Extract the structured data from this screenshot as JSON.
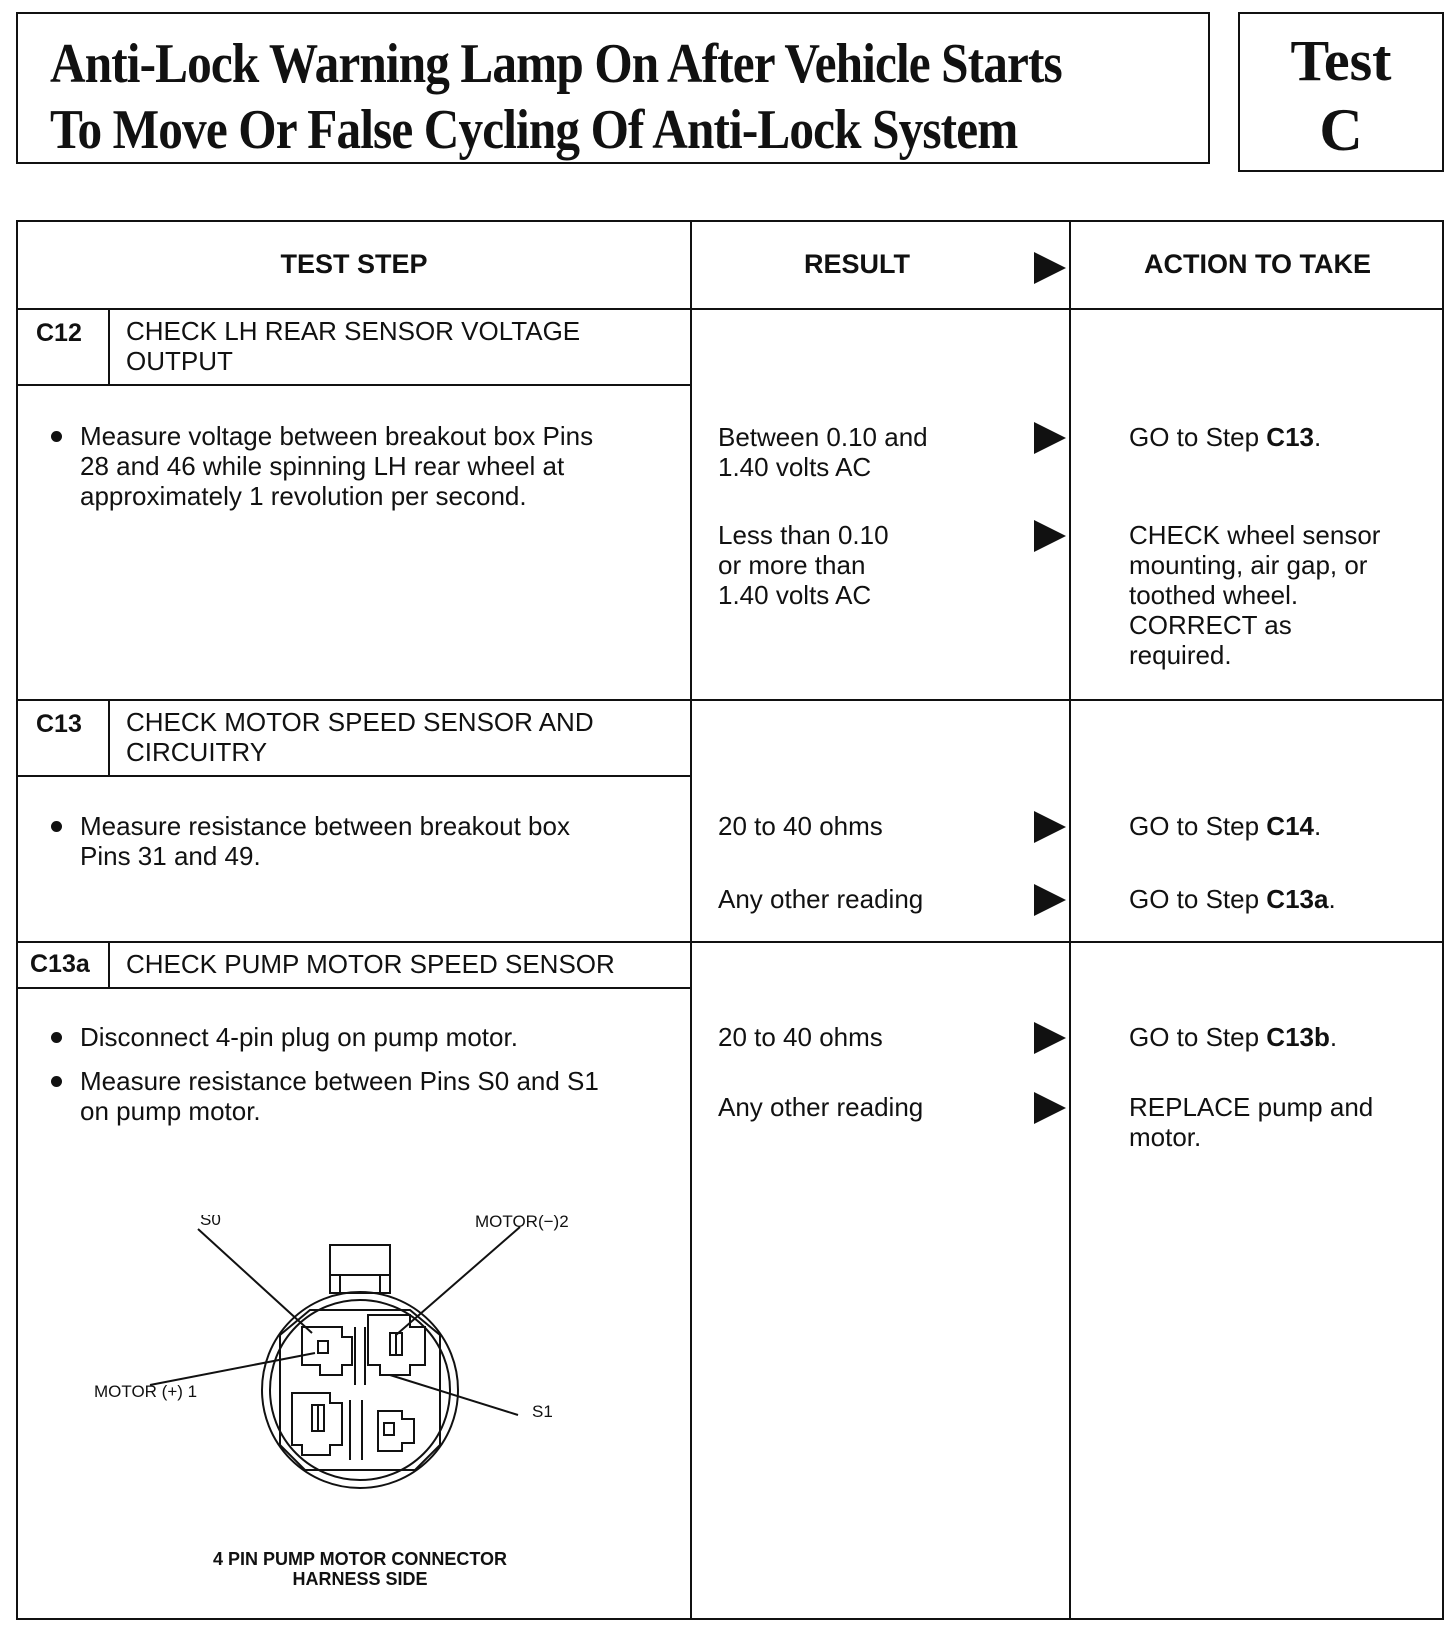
{
  "title": {
    "line1": "Anti-Lock Warning Lamp On After Vehicle Starts",
    "line2": "To Move Or False Cycling Of Anti-Lock System"
  },
  "test_badge": {
    "word": "Test",
    "letter": "C"
  },
  "columns": {
    "test_step": "TEST STEP",
    "result": "RESULT",
    "action": "ACTION TO TAKE"
  },
  "steps": [
    {
      "id": "C12",
      "heading_line1": "CHECK LH REAR SENSOR VOLTAGE",
      "heading_line2": "OUTPUT",
      "bullets": [
        {
          "line1": "Measure voltage between breakout box Pins",
          "line2": "28 and 46 while spinning LH rear wheel at",
          "line3": "approximately 1 revolution per second."
        }
      ],
      "results": [
        {
          "result_line1": "Between 0.10 and",
          "result_line2": "1.40 volts AC",
          "action_prefix": "GO to Step ",
          "action_bold": "C13",
          "action_suffix": "."
        },
        {
          "result_line1": "Less than 0.10",
          "result_line2": "or more than",
          "result_line3": "1.40 volts AC",
          "action_line1": "CHECK wheel sensor",
          "action_line2": "mounting, air gap, or",
          "action_line3": "toothed wheel.",
          "action_line4": "CORRECT as",
          "action_line5": "required."
        }
      ]
    },
    {
      "id": "C13",
      "heading_line1": "CHECK MOTOR SPEED SENSOR AND",
      "heading_line2": "CIRCUITRY",
      "bullets": [
        {
          "line1": "Measure resistance between breakout box",
          "line2": "Pins 31 and 49."
        }
      ],
      "results": [
        {
          "result_line1": "20 to 40 ohms",
          "action_prefix": "GO to Step ",
          "action_bold": "C14",
          "action_suffix": "."
        },
        {
          "result_line1": "Any other reading",
          "action_prefix": "GO to Step ",
          "action_bold": "C13a",
          "action_suffix": "."
        }
      ]
    },
    {
      "id": "C13a",
      "heading_line1": "CHECK PUMP MOTOR SPEED SENSOR",
      "bullets": [
        {
          "line1": "Disconnect 4-pin plug on pump motor."
        },
        {
          "line1": "Measure resistance between Pins S0 and S1",
          "line2": "on pump motor."
        }
      ],
      "results": [
        {
          "result_line1": "20 to 40 ohms",
          "action_prefix": "GO to Step ",
          "action_bold": "C13b",
          "action_suffix": "."
        },
        {
          "result_line1": "Any other reading",
          "action_line1": "REPLACE pump and",
          "action_line2": "motor."
        }
      ]
    }
  ],
  "diagram": {
    "labels": {
      "s0": "S0",
      "motor_neg": "MOTOR(−)2",
      "motor_pos": "MOTOR (+) 1",
      "s1": "S1"
    },
    "caption_line1": "4 PIN PUMP MOTOR CONNECTOR",
    "caption_line2": "HARNESS SIDE"
  }
}
